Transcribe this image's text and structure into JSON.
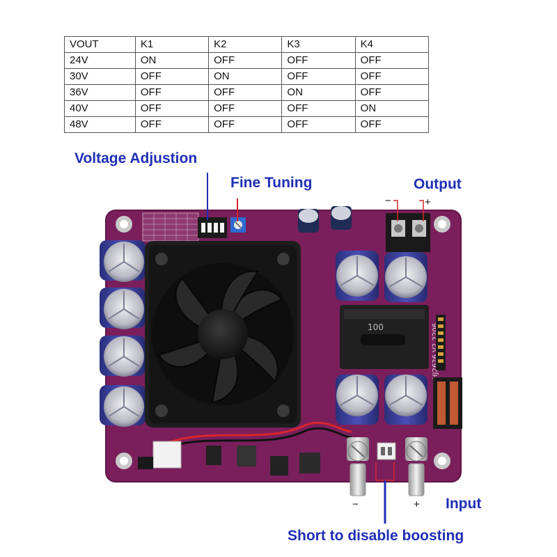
{
  "table": {
    "headers": [
      "VOUT",
      "K1",
      "K2",
      "K3",
      "K4"
    ],
    "rows": [
      [
        "24V",
        "ON",
        "OFF",
        "OFF",
        "OFF"
      ],
      [
        "30V",
        "OFF",
        "ON",
        "OFF",
        "OFF"
      ],
      [
        "36V",
        "OFF",
        "OFF",
        "ON",
        "OFF"
      ],
      [
        "40V",
        "OFF",
        "OFF",
        "OFF",
        "ON"
      ],
      [
        "48V",
        "OFF",
        "OFF",
        "OFF",
        "OFF"
      ]
    ]
  },
  "labels": {
    "voltage_adjustion": "Voltage Adjustion",
    "fine_tuning": "Fine Tuning",
    "output": "Output",
    "input": "Input",
    "short_note": "Short to disable boosting"
  },
  "polarity": {
    "output_minus": "−",
    "output_plus": "+",
    "input_minus": "−",
    "input_plus": "+"
  },
  "board_marks": {
    "inductor_value": "100",
    "model_text": "HJ2626 V2.2206"
  },
  "colors": {
    "label_blue": "#1f2fb5",
    "pcb_purple": "#7a1f5c",
    "capacitor_blue": "#3b3f9e",
    "annotation_red": "#d9262b"
  }
}
